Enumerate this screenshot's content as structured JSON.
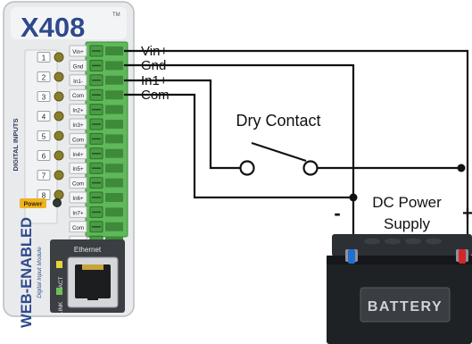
{
  "device": {
    "model": "X408",
    "trademark": "TM",
    "side_label": "DIGITAL INPUTS",
    "brand_line": "WEB-ENABLED",
    "brand_sub": "Digital Input Module",
    "ethernet_label": "Ethernet",
    "act_label": "ACT",
    "link_label": "LINK",
    "power_label": "Power",
    "input_numbers": [
      "1",
      "2",
      "3",
      "4",
      "5",
      "6",
      "7",
      "8"
    ],
    "terminal_labels": [
      "Vin+",
      "Gnd",
      "In1-",
      "Com",
      "In2+",
      "In3+",
      "Com",
      "In4+",
      "In5+",
      "Com",
      "In6+",
      "In7+",
      "Com",
      "In8+"
    ]
  },
  "wiring": {
    "vin_label": "Vin+",
    "gnd_label": "Gnd",
    "in1_label": "In1+",
    "com_label": "Com",
    "switch_label": "Dry Contact",
    "supply_label_line1": "DC Power",
    "supply_label_line2": "Supply",
    "minus_sign": "-",
    "plus_sign": "+",
    "battery_label": "BATTERY"
  },
  "colors": {
    "wire": "#111111",
    "terminal_green": "#5fb85a",
    "device_body": "#e9eaec",
    "logo_blue": "#2e4a8c",
    "led_olive": "#8a7d2a",
    "battery_body": "#1f2225",
    "battery_top": "#2c3034",
    "battery_label_bg": "#3a3e42",
    "minus_terminal": "#1f6fd1",
    "plus_terminal": "#d2262b",
    "power_badge": "#f0b321"
  }
}
